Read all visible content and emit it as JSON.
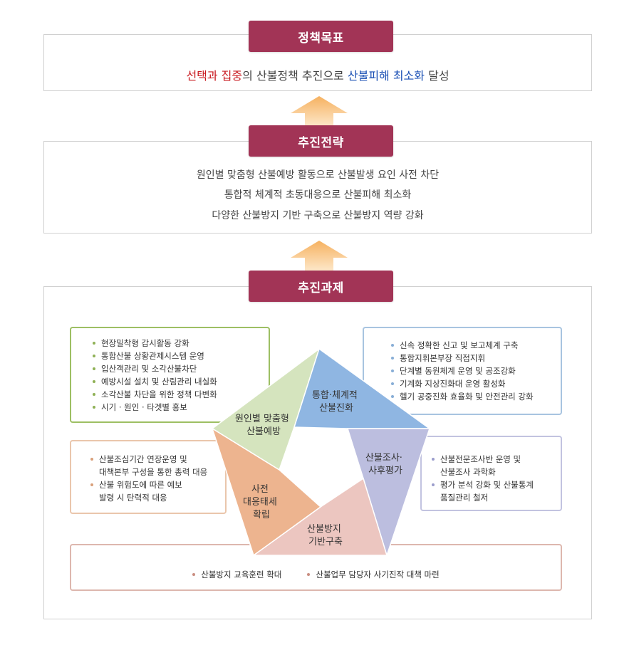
{
  "goal": {
    "tag": "정책목표",
    "line": {
      "part1": "선택과 집중",
      "part2": "의 산불정책 추진으로 ",
      "part3": "산불피해 최소화",
      "part4": " 달성"
    }
  },
  "strategy": {
    "tag": "추진전략",
    "lines": [
      "원인별 맞춤형 산불예방 활동으로 산불발생 요인 사전 차단",
      "통합적 체계적 초동대응으로 산불피해 최소화",
      "다양한 산불방지 기반 구축으로 산불방지 역량 강화"
    ]
  },
  "tasks": {
    "tag": "추진과제",
    "segments": [
      {
        "lines": [
          "원인별 맞춤형",
          "산불예방"
        ],
        "color": "#d5e4be"
      },
      {
        "lines": [
          "통합·체계적",
          "산불진화"
        ],
        "color": "#8fb6e2"
      },
      {
        "lines": [
          "산불조사·",
          "사후평가"
        ],
        "color": "#bcbedf"
      },
      {
        "lines": [
          "산불방지",
          "기반구축"
        ],
        "color": "#ecc6c0"
      },
      {
        "lines": [
          "사전",
          "대응태세",
          "확립"
        ],
        "color": "#edb48f"
      }
    ],
    "box_prevention": {
      "items": [
        "현장밀착형 감시활동 강화",
        "통합산불 상황관제시스템 운영",
        "입산객관리 및 소각산불차단",
        "예방시설 설치 및 산림관리 내실화",
        "소각산불 차단을 위한 정책 다변화",
        "시기 · 원인 · 타겟별 홍보"
      ]
    },
    "box_suppression": {
      "items": [
        "신속 정확한 신고 및 보고체계 구축",
        "통합지휘본부장 직접지휘",
        "단계별 동원체계 운영 및 공조강화",
        "기계화 지상진화대 운영 활성화",
        "헬기 공중진화 효율화 및 안전관리 강화"
      ]
    },
    "box_readiness": {
      "items": [
        {
          "l1": "산불조심기간 연장운영 및",
          "l2": "대책본부 구성을 통한 총력 대응"
        },
        {
          "l1": "산불 위험도에 따른 예보",
          "l2": "발령 시 탄력적 대응"
        }
      ]
    },
    "box_investigation": {
      "items": [
        {
          "l1": "산불전문조사반 운영 및",
          "l2": "산불조사 과학화"
        },
        {
          "l1": "평가 분석 강화 및 산불통계",
          "l2": "품질관리 철저"
        }
      ]
    },
    "box_infrastructure": {
      "items": [
        "산불방지 교육훈련 확대",
        "산불업무 담당자 사기진작 대책 마련"
      ]
    }
  }
}
